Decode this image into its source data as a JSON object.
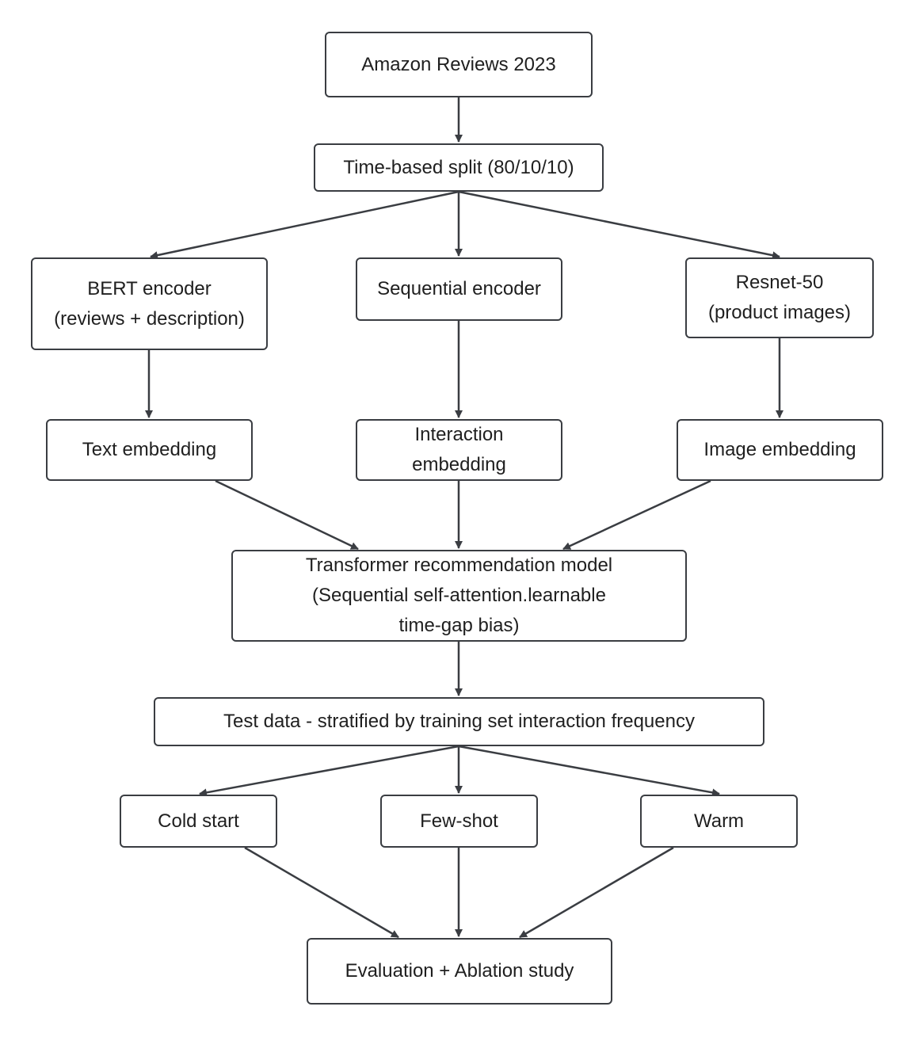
{
  "nodes": {
    "source": "Amazon Reviews 2023",
    "split": "Time-based split (80/10/10)",
    "bert": "BERT encoder\n(reviews + description)",
    "sequential": "Sequential encoder",
    "resnet": "Resnet-50\n(product images)",
    "text_embedding": "Text embedding",
    "interaction_embedding": "Interaction\nembedding",
    "image_embedding": "Image embedding",
    "transformer": "Transformer recommendation model\n(Sequential self-attention.learnable\ntime-gap bias)",
    "test_data": "Test data - stratified by training set interaction frequency",
    "cold_start": "Cold start",
    "few_shot": "Few-shot",
    "warm": "Warm",
    "evaluation": "Evaluation + Ablation study"
  },
  "colors": {
    "stroke": "#3a3d42",
    "fill": "#ffffff",
    "text": "#1f1f1f"
  }
}
